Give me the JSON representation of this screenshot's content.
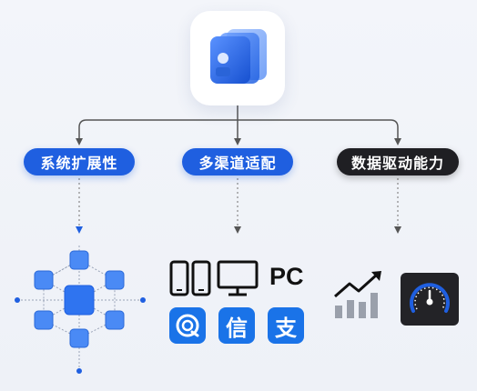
{
  "branches": [
    {
      "label": "系统扩展性",
      "style": "blue"
    },
    {
      "label": "多渠道适配",
      "style": "blue"
    },
    {
      "label": "数据驱动能力",
      "style": "dark"
    }
  ],
  "channels": {
    "pc_label": "PC",
    "apps": [
      {
        "name": "qq-browser-icon",
        "char": ""
      },
      {
        "name": "xin-app-icon",
        "char": "信"
      },
      {
        "name": "zhi-app-icon",
        "char": "支"
      }
    ]
  },
  "colors": {
    "accent": "#1f5fe0",
    "dark": "#1f1f23",
    "node": "#3b82f6",
    "connector": "#555555"
  }
}
